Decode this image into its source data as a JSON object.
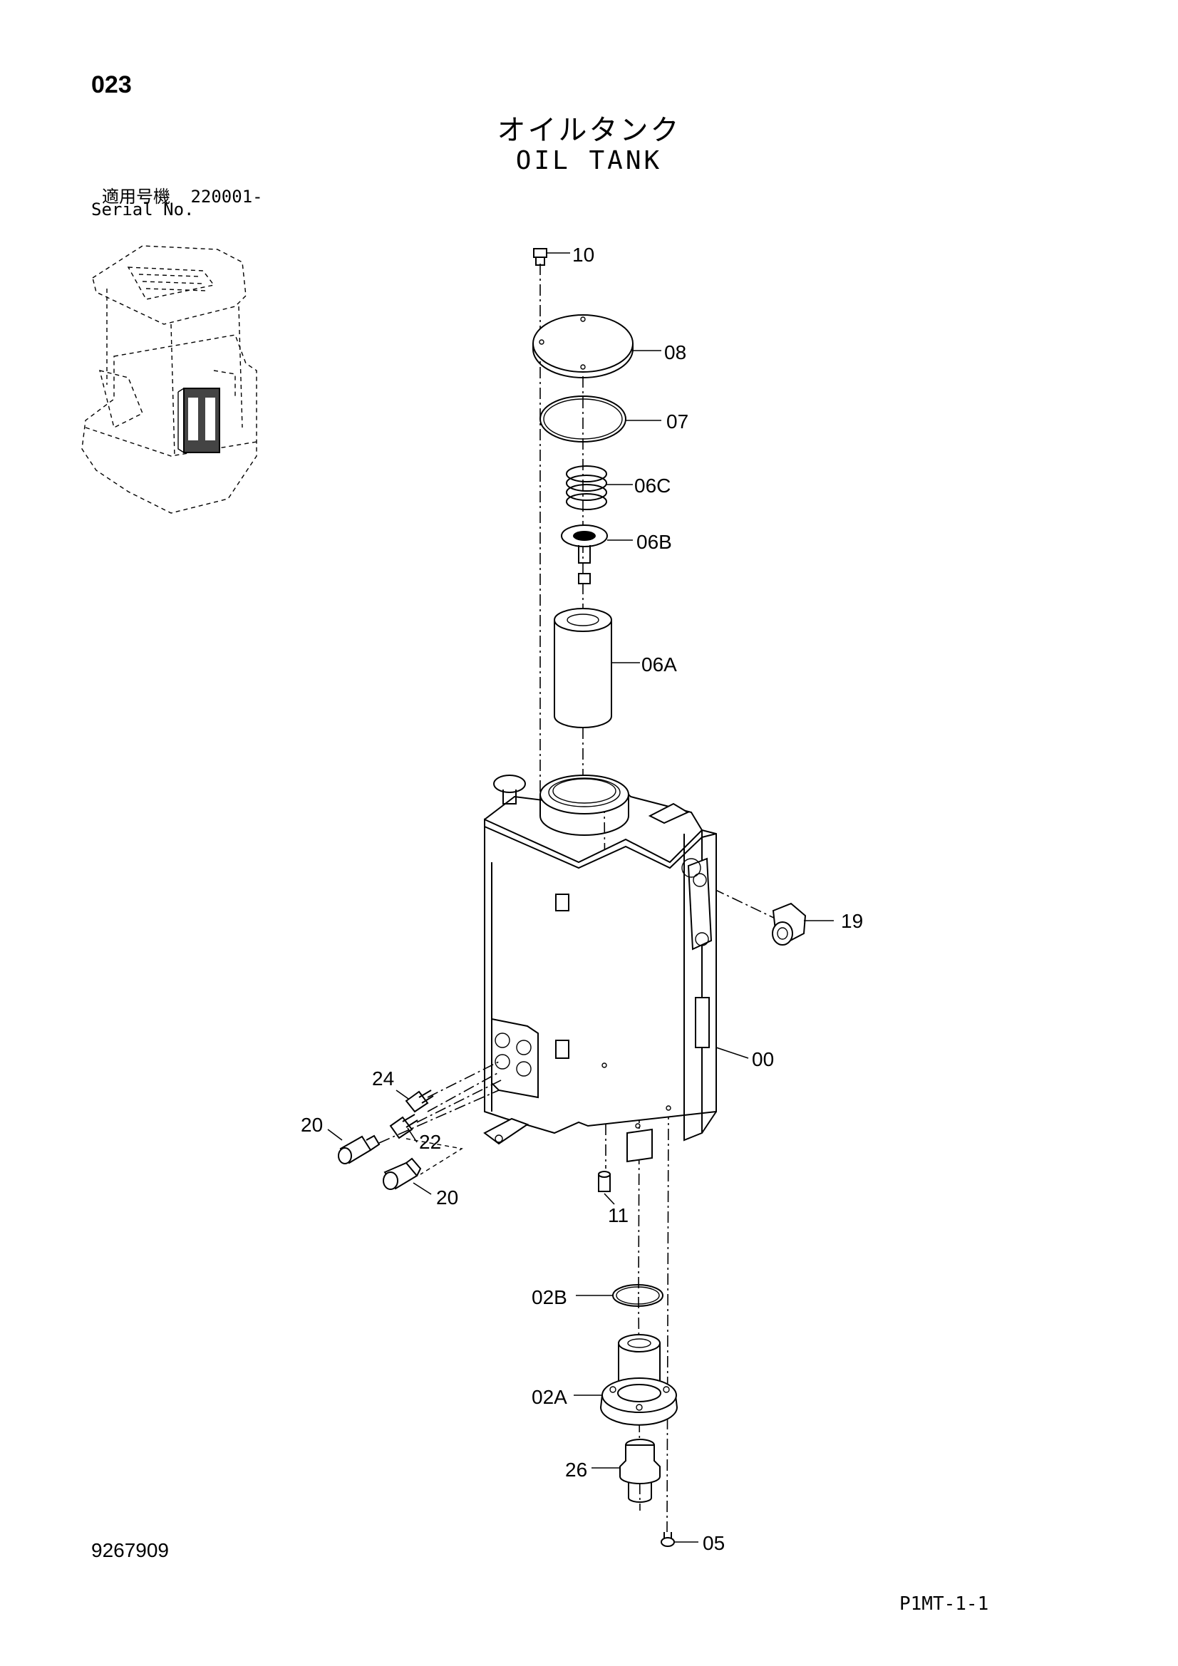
{
  "header": {
    "page_number": "023",
    "title_ja": "オイルタンク",
    "title_en": "OIL TANK",
    "serial_label_ja": "適用号機",
    "serial_range": "220001-",
    "serial_label_en": "Serial No."
  },
  "footer": {
    "drawing_number": "9267909",
    "page_code": "P1MT-1-1"
  },
  "callouts": {
    "c10": "10",
    "c08": "08",
    "c07": "07",
    "c06c": "06C",
    "c06b": "06B",
    "c06a": "06A",
    "c19": "19",
    "c00": "00",
    "c24": "24",
    "c20a": "20",
    "c22": "22",
    "c20b": "20",
    "c11": "11",
    "c02b": "02B",
    "c02a": "02A",
    "c26": "26",
    "c05": "05"
  }
}
